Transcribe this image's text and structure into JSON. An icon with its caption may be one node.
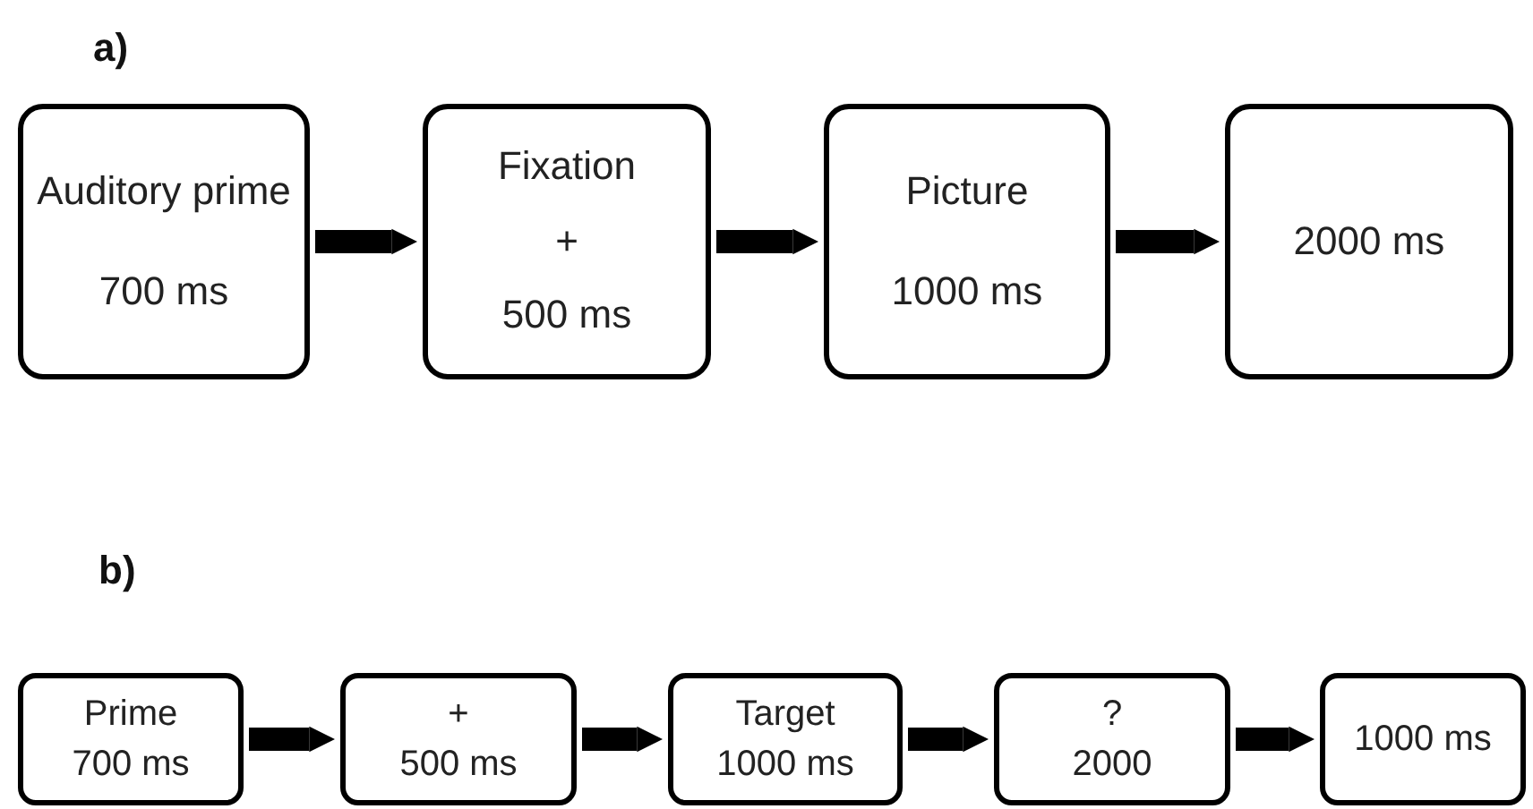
{
  "diagram": {
    "nodes": [
      {
        "text": [
          "Auditory prime",
          "700 ms"
        ]
      },
      {
        "text": [
          "Fixation",
          "+",
          "500 ms"
        ]
      },
      {
        "text": [
          "Picture",
          "1000 ms"
        ]
      },
      {
        "text": [
          "2000 ms"
        ]
      },
      {
        "text": [
          "Prime",
          "700 ms"
        ]
      },
      {
        "text": [
          "+",
          "500 ms"
        ]
      },
      {
        "text": [
          "Target",
          "1000 ms"
        ]
      },
      {
        "text": [
          "?",
          "2000"
        ]
      },
      {
        "text": [
          "1000 ms"
        ]
      }
    ],
    "edges": [
      {
        "from": 0,
        "to": 1,
        "arrow": "to"
      },
      {
        "from": 1,
        "to": 2,
        "arrow": "to"
      },
      {
        "from": 2,
        "to": 3,
        "arrow": "to"
      },
      {
        "from": 4,
        "to": 5,
        "arrow": "to"
      },
      {
        "from": 5,
        "to": 6,
        "arrow": "to"
      },
      {
        "from": 6,
        "to": 7,
        "arrow": "to"
      },
      {
        "from": 7,
        "to": 8,
        "arrow": "to"
      }
    ],
    "labels": [
      "a)",
      "b)"
    ]
  }
}
